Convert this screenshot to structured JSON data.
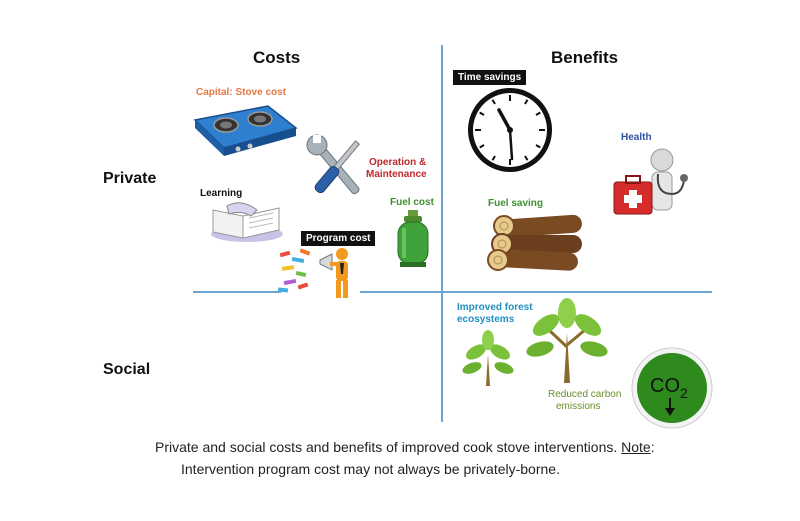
{
  "headers": {
    "costs": "Costs",
    "benefits": "Benefits"
  },
  "rows": {
    "private": "Private",
    "social": "Social"
  },
  "items": {
    "capital": "Capital: Stove cost",
    "operation_line1": "Operation &",
    "operation_line2": "Maintenance",
    "learning": "Learning",
    "fuel_cost": "Fuel cost",
    "program_cost": "Program cost",
    "time_savings": "Time savings",
    "health": "Health",
    "fuel_saving": "Fuel saving",
    "forest_line1": "Improved forest",
    "forest_line2": "ecosystems",
    "carbon_line1": "Reduced carbon",
    "carbon_line2": "emissions",
    "co2": "CO",
    "co2_sub": "2"
  },
  "caption": {
    "line1_main": "Private and social costs and benefits of improved cook stove interventions. ",
    "line1_note": "Note",
    "line1_end": ":",
    "line2": "Intervention program cost may not always be privately-borne."
  },
  "colors": {
    "divider": "#6fa3cf",
    "capital_label": "#e07a45",
    "operation_label": "#c0282b",
    "fuel_cost_label": "#3f8f2f",
    "health_label": "#2f4fa0",
    "fuel_saving_label": "#3f8f2f",
    "forest_label": "#1f8fbf",
    "carbon_label": "#6a8f2a"
  }
}
